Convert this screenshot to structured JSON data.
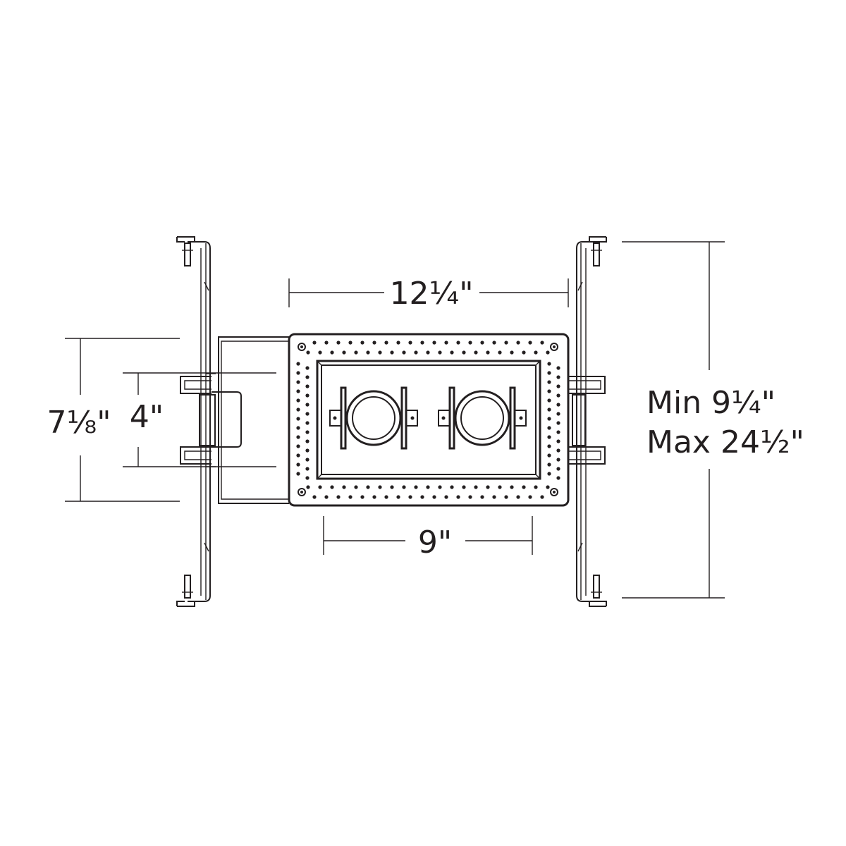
{
  "dimensions": {
    "width": "12¼\"",
    "inner_width": "9\"",
    "outer_height": "7⅛\"",
    "inner_height": "4\"",
    "joist_min": "Min 9¼\"",
    "joist_max": "Max 24½\""
  },
  "colors": {
    "line": "#231f20",
    "background": "#ffffff"
  }
}
